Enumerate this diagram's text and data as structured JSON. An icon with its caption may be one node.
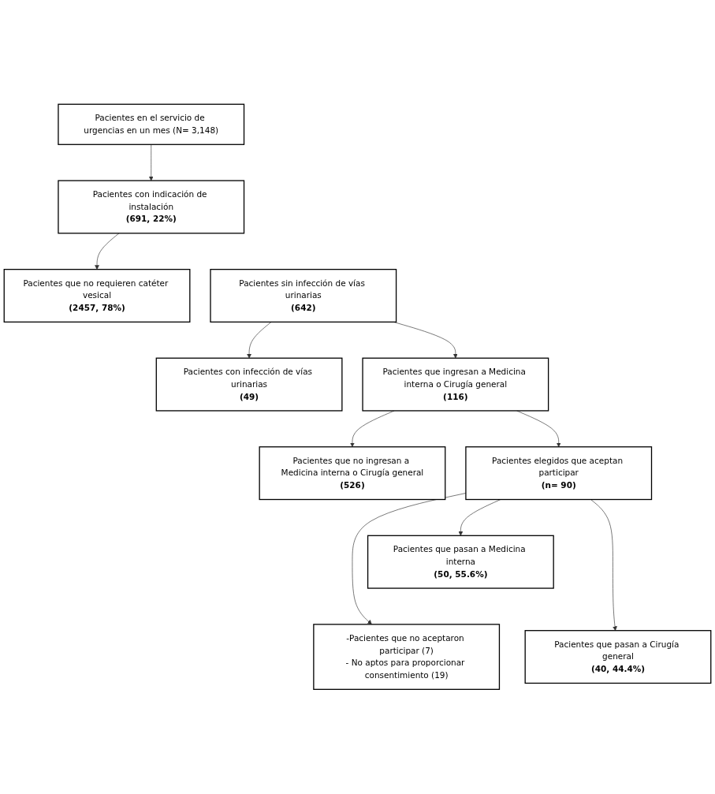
{
  "diagram": {
    "nodes": [
      {
        "text": [
          "Pacientes en el servicio de urgencias en un mes (N= 3,148)"
        ]
      },
      {
        "text": [
          "Pacientes con indicación de instalación",
          "(691, 22%)"
        ]
      },
      {
        "text": [
          "Pacientes que no requieren catéter vesical",
          "(2457, 78%)"
        ]
      },
      {
        "text": [
          "Pacientes sin infección de vías urinarias",
          "(642)"
        ]
      },
      {
        "text": [
          "Pacientes con infección de vías urinarias",
          "(49)"
        ]
      },
      {
        "text": [
          "Pacientes que ingresan a Medicina interna o Cirugía general",
          "(116)"
        ]
      },
      {
        "text": [
          "Pacientes que no ingresan a Medicina interna o Cirugía general",
          "(526)"
        ]
      },
      {
        "text": [
          "Pacientes elegidos que aceptan participar",
          "(n= 90)"
        ]
      },
      {
        "text": [
          "-Pacientes que no aceptaron participar (7)",
          "- No aptos para proporcionar consentimiento (19)"
        ]
      },
      {
        "text": [
          "Pacientes que pasan a Medicina interna",
          "(50, 55.6%)"
        ]
      },
      {
        "text": [
          "Pacientes que pasan a Cirugía general",
          "(40, 44.4%)"
        ]
      }
    ],
    "edges": [
      {
        "from": 0,
        "to": 1,
        "arrow": "to"
      },
      {
        "from": 1,
        "to": 2,
        "arrow": "to"
      },
      {
        "from": 3,
        "to": 4,
        "arrow": "to"
      },
      {
        "from": 3,
        "to": 5,
        "arrow": "to"
      },
      {
        "from": 5,
        "to": 6,
        "arrow": "to"
      },
      {
        "from": 5,
        "to": 7,
        "arrow": "to"
      },
      {
        "from": 7,
        "to": 8,
        "arrow": "to"
      },
      {
        "from": 7,
        "to": 9,
        "arrow": "to"
      },
      {
        "from": 7,
        "to": 10,
        "arrow": "to"
      }
    ]
  }
}
